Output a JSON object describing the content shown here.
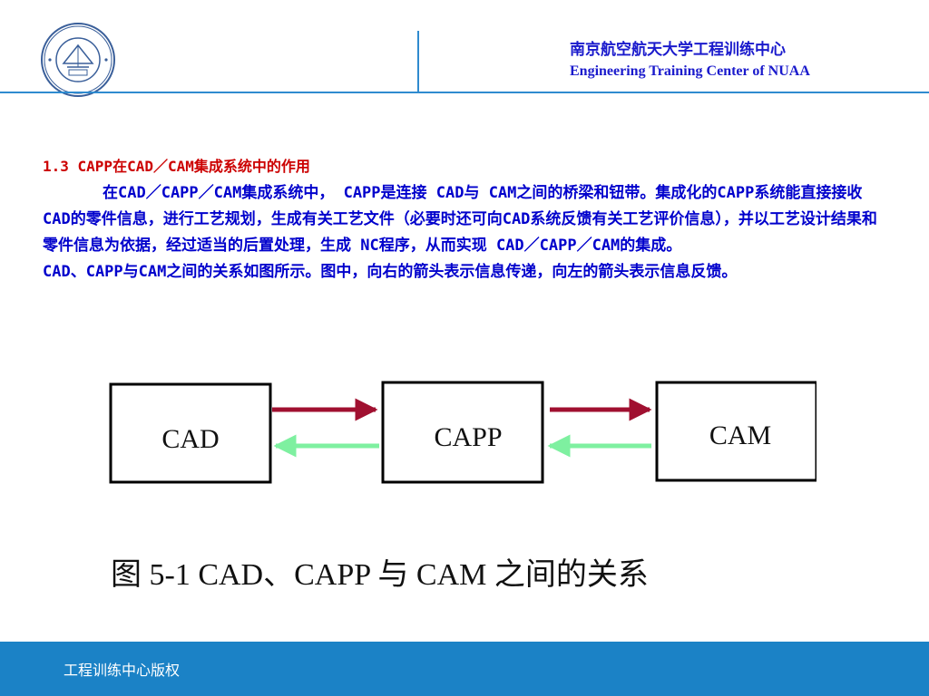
{
  "header": {
    "org_name_cn": "南京航空航天大学工程训练中心",
    "org_name_en": "Engineering Training Center of NUAA",
    "logo_icon": "university-seal-icon",
    "accent_color": "#2f8bcf"
  },
  "content": {
    "section_title": "1.3  CAPP在CAD／CAM集成系统中的作用",
    "paragraph_1": "在CAD／CAPP／CAM集成系统中， CAPP是连接 CAD与 CAM之间的桥梁和钮带。集成化的CAPP系统能直接接收CAD的零件信息，进行工艺规划，生成有关工艺文件（必要时还可向CAD系统反馈有关工艺评价信息），并以工艺设计结果和零件信息为依据，经过适当的后置处理，生成 NC程序，从而实现 CAD／CAPP／CAM的集成。",
    "paragraph_2": "CAD、CAPP与CAM之间的关系如图所示。图中，向右的箭头表示信息传递，向左的箭头表示信息反馈。"
  },
  "diagram": {
    "boxes": [
      "CAD",
      "CAPP",
      "CAM"
    ],
    "forward_arrow_color": "#a01030",
    "feedback_arrow_color": "#7ef0a0",
    "caption": "图 5-1   CAD、CAPP 与 CAM 之间的关系"
  },
  "footer": {
    "text": "工程训练中心版权",
    "background_color": "#1b82c6"
  }
}
